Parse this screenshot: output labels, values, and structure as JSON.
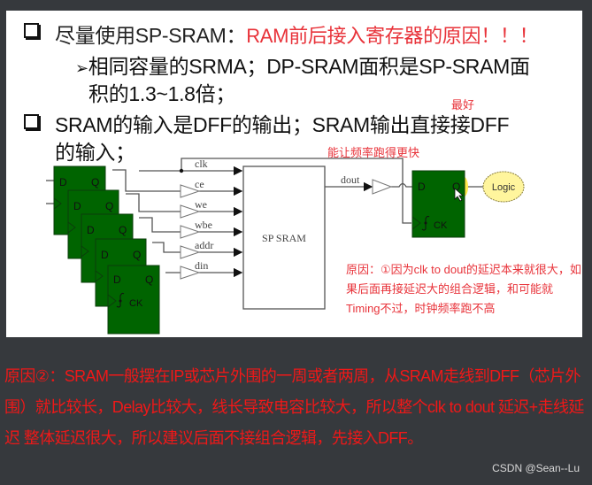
{
  "slide": {
    "bullet1": {
      "text": "尽量使用SP-SRAM：",
      "annotation": "RAM前后接入寄存器的原因！！！"
    },
    "sub_bullet": {
      "line1": "相同容量的SRMA；DP-SRAM面积是SP-SRAM面",
      "line2": "积的1.3~1.8倍；"
    },
    "bullet2": {
      "line1": "SRAM的输入是DFF的输出；SRAM输出直接接DFF",
      "line2": "的输入；"
    },
    "annotation_best": "最好",
    "annotation_faster": "能让频率跑得更快",
    "diagram": {
      "signals": [
        "clk",
        "ce",
        "we",
        "wbe",
        "addr",
        "din"
      ],
      "sram_label": "SP SRAM",
      "dout_label": "dout",
      "dff_d": "D",
      "dff_q": "Q",
      "dff_ck": "CK",
      "logic_label": "Logic",
      "colors": {
        "dff_fill": "#006400",
        "logic_fill": "#fff59d",
        "wire": "#555555"
      }
    },
    "note": "原因：①因为clk to dout的延迟本来就很大，如果后面再接延迟大的组合逻辑，和可能就Timing不过，时钟频率跑不高"
  },
  "reason2": "原因②：SRAM一般摆在IP或芯片外围的一周或者两周，从SRAM走线到DFF（芯片外围）就比较长，Delay比较大，线长导致电容比较大，所以整个clk to dout 延迟+走线延迟 整体延迟很大，所以建议后面不接组合逻辑，先接入DFF。",
  "watermark": "CSDN @Sean--Lu"
}
